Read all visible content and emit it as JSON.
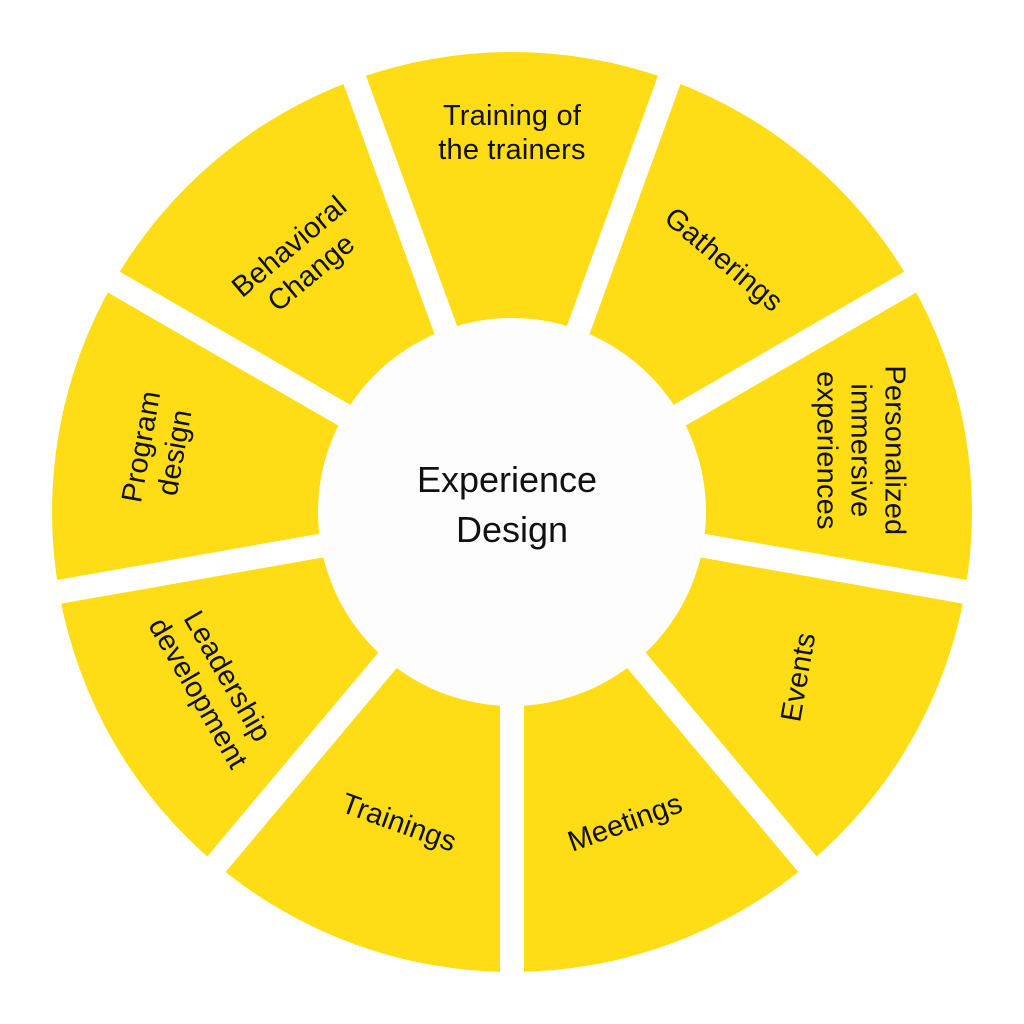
{
  "diagram": {
    "type": "segmented-wheel",
    "center_label": [
      "Experience",
      "Design"
    ],
    "colors": {
      "segment_fill": "#FEDD17",
      "center_fill": "#FDFDFD",
      "gap": "#FFFFFF",
      "text": "#111111"
    },
    "segments": [
      {
        "label": [
          "Training of",
          "the trainers"
        ]
      },
      {
        "label": [
          "Gatherings"
        ]
      },
      {
        "label": [
          "Personalized",
          "immersive",
          "experiences"
        ]
      },
      {
        "label": [
          "Events"
        ]
      },
      {
        "label": [
          "Meetings"
        ]
      },
      {
        "label": [
          "Trainings"
        ]
      },
      {
        "label": [
          "Leadership",
          "development"
        ]
      },
      {
        "label": [
          "Program",
          "design"
        ]
      },
      {
        "label": [
          "Behavioral",
          "Change"
        ]
      }
    ]
  }
}
